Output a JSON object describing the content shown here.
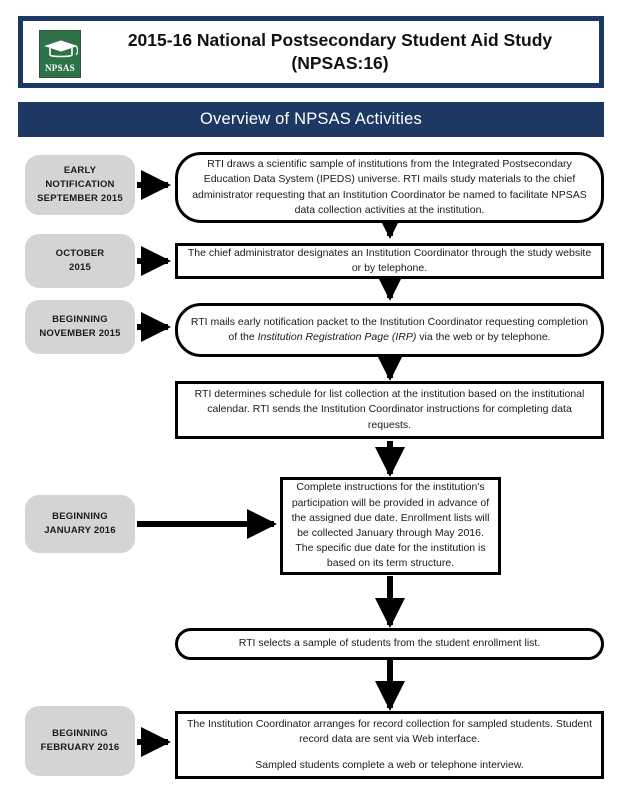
{
  "header": {
    "logo_alt": "NPSAS",
    "logo_text": "NPSAS",
    "title_line1": "2015-16 National Postsecondary Student Aid Study",
    "title_line2": "(NPSAS:16)",
    "section_title": "Overview of NPSAS Activities",
    "navy": "#1d3963",
    "logo_green": "#2e7248"
  },
  "flowchart": {
    "label_fill": "#d4d4d4",
    "box_border": "#000000",
    "steps": [
      {
        "date_label": "EARLY\nNOTIFICATION\nSEPTEMBER 2015",
        "date_line1": "EARLY",
        "date_line2": "NOTIFICATION",
        "date_line3": "SEPTEMBER 2015",
        "shape": "rounded",
        "text": "RTI draws a scientific sample of institutions from the Integrated Postsecondary Education Data System (IPEDS) universe. RTI mails study materials to the chief administrator requesting that an Institution Coordinator be named to facilitate NPSAS data collection activities at the institution."
      },
      {
        "date_line1": "OCTOBER",
        "date_line2": "2015",
        "shape": "rectangle",
        "text": "The chief administrator designates an Institution Coordinator through the study website or by telephone."
      },
      {
        "date_line1": "BEGINNING",
        "date_line2": "NOVEMBER 2015",
        "shape": "rounded",
        "text_part1": "RTI mails early notification packet to the Institution Coordinator requesting completion of the ",
        "text_italic": "Institution Registration Page (IRP)",
        "text_part2": " via the web or by telephone."
      },
      {
        "date_line1": "",
        "date_line2": "",
        "shape": "rectangle",
        "text": "RTI determines schedule for list collection at the institution based on the institutional calendar. RTI sends the Institution Coordinator instructions for completing data requests."
      },
      {
        "date_line1": "BEGINNING",
        "date_line2": "JANUARY 2016",
        "shape": "rectangle",
        "text": "Complete instructions for the institution's participation will be provided in advance of the assigned due date. Enrollment lists will be collected January through May 2016. The specific due date for the institution is based on its term structure."
      },
      {
        "date_line1": "",
        "date_line2": "",
        "shape": "pill",
        "text": "RTI selects a sample of students from the student enrollment list."
      },
      {
        "date_line1": "BEGINNING",
        "date_line2": "FEBRUARY 2016",
        "shape": "rectangle",
        "text_line1": "The Institution Coordinator arranges for record collection for sampled students. Student record data are sent via Web interface.",
        "text_line2": "Sampled students complete a web or telephone interview."
      }
    ]
  }
}
